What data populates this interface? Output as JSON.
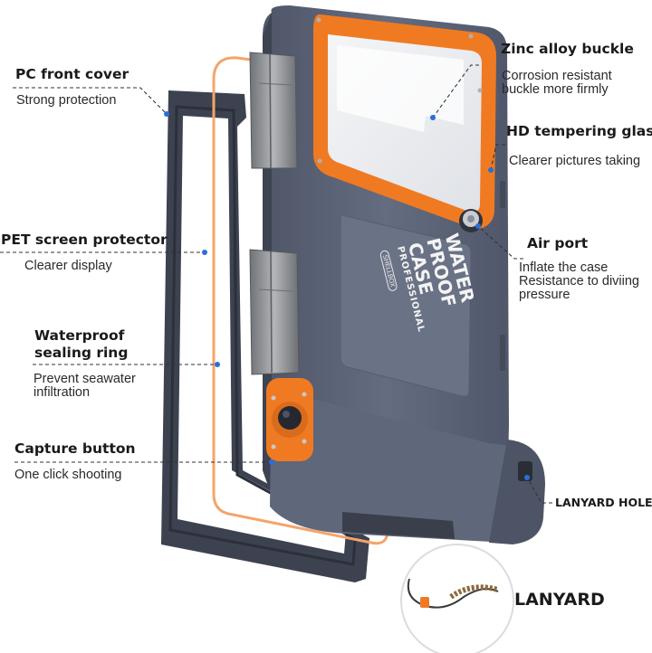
{
  "callouts": {
    "pc_front_cover": {
      "title": "PC front cover",
      "sub": "Strong protection"
    },
    "pet_screen_protector": {
      "title": "PET screen protector",
      "sub": "Clearer display"
    },
    "waterproof_ring": {
      "title_line1": "Waterproof",
      "title_line2": "sealing ring",
      "sub_line1": "Prevent seawater",
      "sub_line2": "infiltration"
    },
    "capture_button": {
      "title": "Capture button",
      "sub": "One click shooting"
    },
    "zinc_buckle": {
      "title": "Zinc alloy buckle",
      "sub_line1": "Corrosion resistant",
      "sub_line2": "buckle more firmly"
    },
    "hd_glass": {
      "title": "HD tempering glass",
      "sub": "Clearer pictures taking"
    },
    "air_port": {
      "title": "Air port",
      "sub_line1": "Inflate the case",
      "sub_line2": "Resistance to diviing",
      "sub_line3": "pressure"
    },
    "lanyard_hole": {
      "title": "LANYARD HOLE"
    },
    "lanyard": {
      "title": "LANYARD"
    }
  },
  "case_print": {
    "line1": "WATER",
    "line2": "PROOF",
    "line3": "CASE",
    "line4": "PROFESSIONAL",
    "brand": "SHELLBOX"
  },
  "colors": {
    "case_body": "#5d6578",
    "case_dark": "#3e4352",
    "accent_orange": "#f07a22",
    "hinge": "#8a8d92",
    "line": "#333333",
    "dot": "#2a6fd6"
  }
}
